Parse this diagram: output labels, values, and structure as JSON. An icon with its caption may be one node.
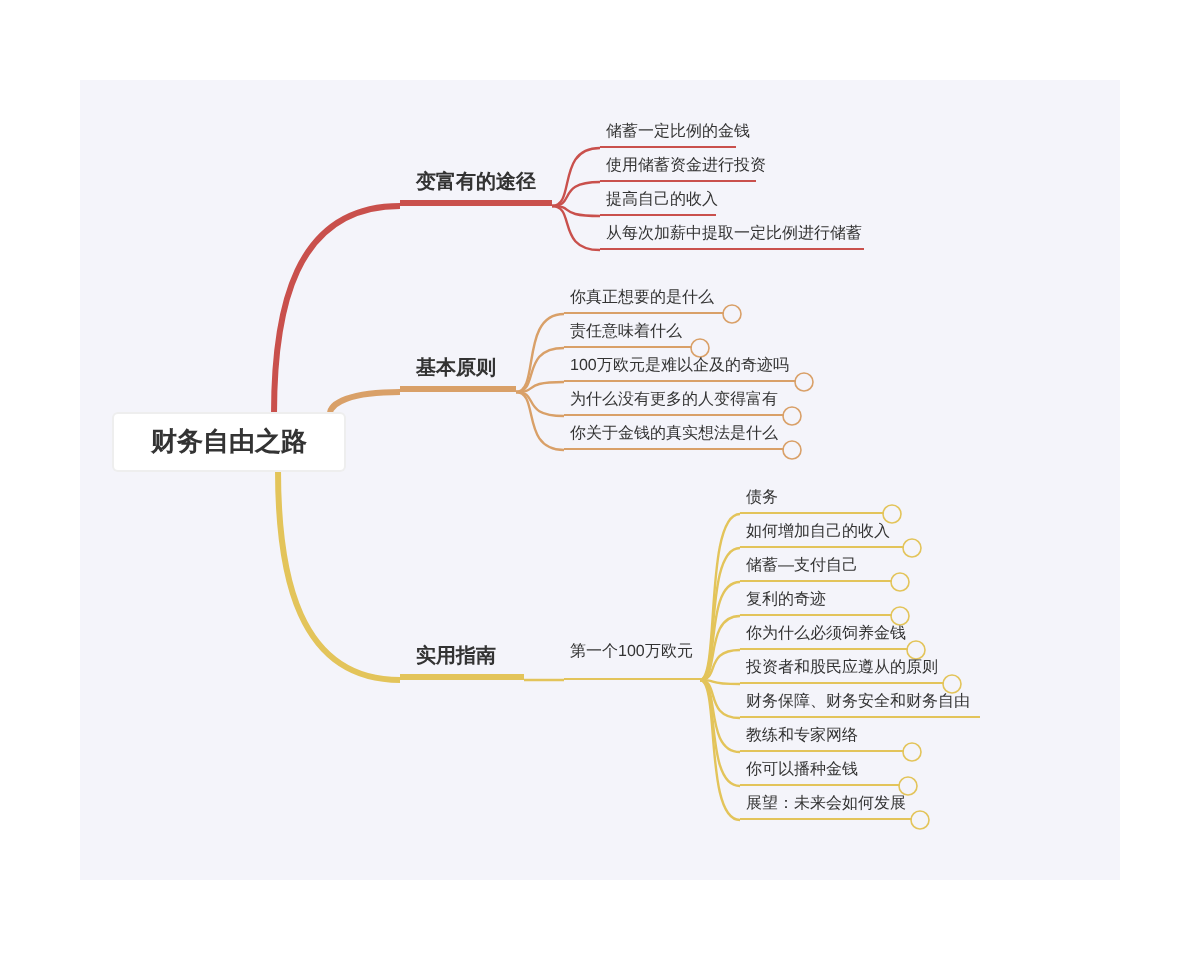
{
  "diagram": {
    "nodes": [
      {
        "text": [
          "财务自由之路"
        ]
      },
      {
        "text": [
          "变富有的途径"
        ]
      },
      {
        "text": [
          "储蓄一定比例的金钱"
        ]
      },
      {
        "text": [
          "使用储蓄资金进行投资"
        ]
      },
      {
        "text": [
          "提高自己的收入"
        ]
      },
      {
        "text": [
          "从每次加薪中提取一定比例进行储蓄"
        ]
      },
      {
        "text": [
          "基本原则"
        ]
      },
      {
        "text": [
          "你真正想要的是什么"
        ]
      },
      {
        "text": [
          "责任意味着什么"
        ]
      },
      {
        "text": [
          "100万欧元是难以企及的奇迹吗"
        ]
      },
      {
        "text": [
          "为什么没有更多的人变得富有"
        ]
      },
      {
        "text": [
          "你关于金钱的真实想法是什么"
        ]
      },
      {
        "text": [
          "实用指南"
        ]
      },
      {
        "text": [
          "第一个100万欧元"
        ]
      },
      {
        "text": [
          "债务"
        ]
      },
      {
        "text": [
          "如何增加自己的收入"
        ]
      },
      {
        "text": [
          "储蓄—支付自己"
        ]
      },
      {
        "text": [
          "复利的奇迹"
        ]
      },
      {
        "text": [
          "你为什么必须饲养金钱"
        ]
      },
      {
        "text": [
          "投资者和股民应遵从的原则"
        ]
      },
      {
        "text": [
          "财务保障、财务安全和财务自由"
        ]
      },
      {
        "text": [
          "教练和专家网络"
        ]
      },
      {
        "text": [
          "你可以播种金钱"
        ]
      },
      {
        "text": [
          "展望：未来会如何发展"
        ]
      }
    ],
    "edges": [
      {
        "from": 0,
        "to": 1,
        "arrow": "none",
        "style": "thick",
        "color": "#c9504c"
      },
      {
        "from": 1,
        "to": 2,
        "arrow": "none",
        "color": "#c9504c"
      },
      {
        "from": 1,
        "to": 3,
        "arrow": "none",
        "color": "#c9504c"
      },
      {
        "from": 1,
        "to": 4,
        "arrow": "none",
        "color": "#c9504c"
      },
      {
        "from": 1,
        "to": 5,
        "arrow": "none",
        "color": "#c9504c"
      },
      {
        "from": 0,
        "to": 6,
        "arrow": "none",
        "style": "thick",
        "color": "#d9a068"
      },
      {
        "from": 6,
        "to": 7,
        "arrow": "none",
        "color": "#d9a068"
      },
      {
        "from": 6,
        "to": 8,
        "arrow": "none",
        "color": "#d9a068"
      },
      {
        "from": 6,
        "to": 9,
        "arrow": "none",
        "color": "#d9a068"
      },
      {
        "from": 6,
        "to": 10,
        "arrow": "none",
        "color": "#d9a068"
      },
      {
        "from": 6,
        "to": 11,
        "arrow": "none",
        "color": "#d9a068"
      },
      {
        "from": 0,
        "to": 12,
        "arrow": "none",
        "style": "thick"
      },
      {
        "from": 12,
        "to": 13,
        "arrow": "none"
      },
      {
        "from": 13,
        "to": 14,
        "arrow": "none"
      },
      {
        "from": 13,
        "to": 15,
        "arrow": "none"
      },
      {
        "from": 13,
        "to": 16,
        "arrow": "none"
      },
      {
        "from": 13,
        "to": 17,
        "arrow": "none"
      },
      {
        "from": 13,
        "to": 18,
        "arrow": "none"
      },
      {
        "from": 13,
        "to": 19,
        "arrow": "none"
      },
      {
        "from": 13,
        "to": 20,
        "arrow": "none"
      },
      {
        "from": 13,
        "to": 21,
        "arrow": "none"
      },
      {
        "from": 13,
        "to": 22,
        "arrow": "none"
      },
      {
        "from": 13,
        "to": 23,
        "arrow": "none"
      }
    ]
  }
}
